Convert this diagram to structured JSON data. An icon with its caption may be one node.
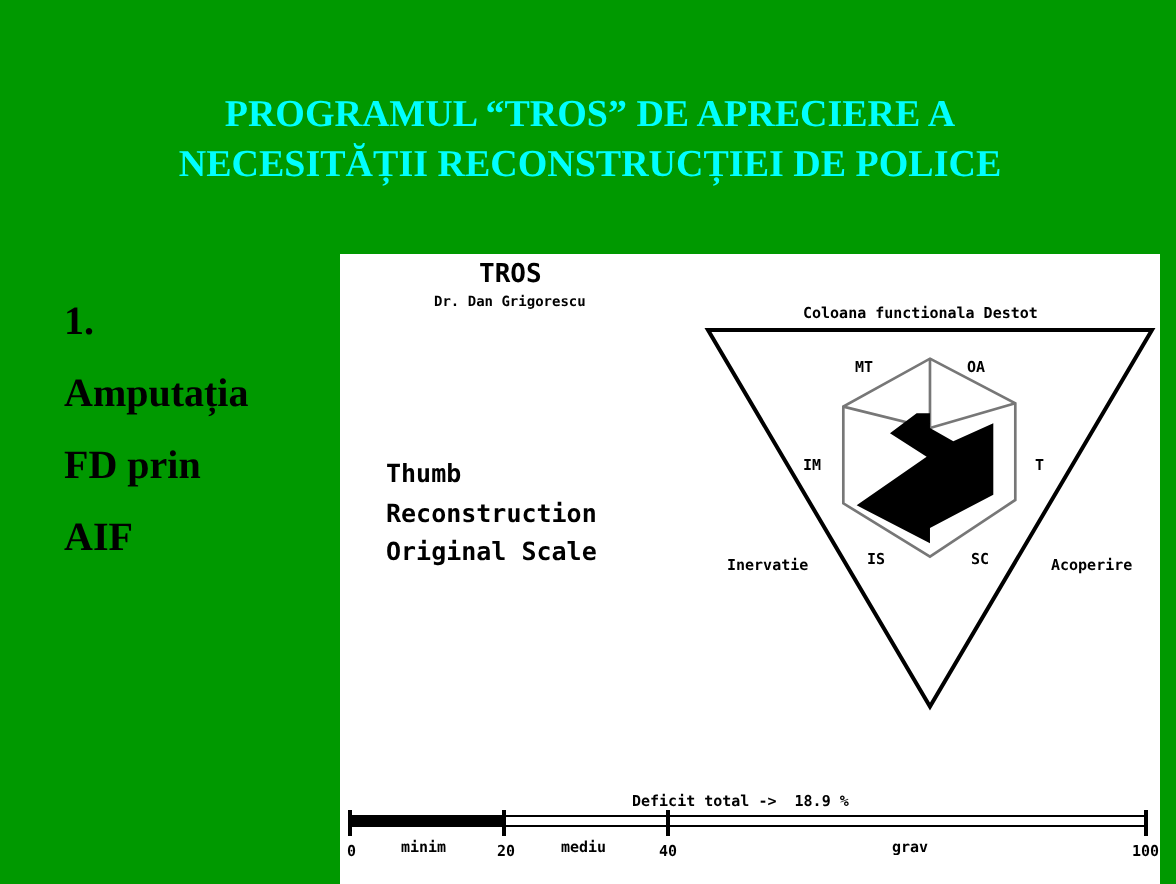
{
  "diagram": {
    "title": "PROGRAMUL “TROS” DE APRECIERE A NECESITĂȚII RECONSTRUCȚIEI DE POLICE",
    "labels": [
      "1. Amputația FD prin AIF",
      "TROS",
      "Dr. Dan Grigorescu",
      "Coloana functionala Destot",
      "MT",
      "OA",
      "Thumb Reconstruction Original Scale",
      "IM",
      "T",
      "Inervatie",
      "IS",
      "SC",
      "Acoperire",
      "Deficit total ->  18.9 %",
      "0",
      "minim",
      "20",
      "mediu",
      "40",
      "grav",
      "100"
    ]
  }
}
